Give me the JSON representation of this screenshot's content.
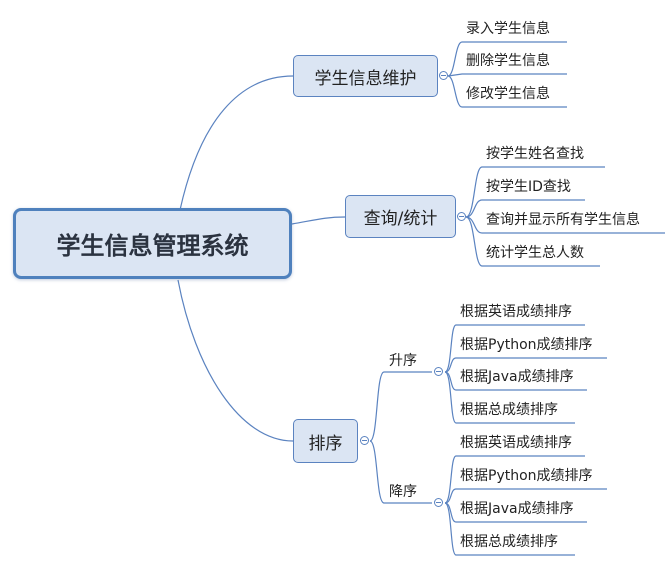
{
  "root": {
    "title": "学生信息管理系统"
  },
  "branches": {
    "maintain": {
      "label": "学生信息维护",
      "items": [
        "录入学生信息",
        "删除学生信息",
        "修改学生信息"
      ]
    },
    "query": {
      "label": "查询/统计",
      "items": [
        "按学生姓名查找",
        "按学生ID查找",
        "查询并显示所有学生信息",
        "统计学生总人数"
      ]
    },
    "sort": {
      "label": "排序",
      "asc": {
        "label": "升序",
        "items": [
          "根据英语成绩排序",
          "根据Python成绩排序",
          "根据Java成绩排序",
          "根据总成绩排序"
        ]
      },
      "desc": {
        "label": "降序",
        "items": [
          "根据英语成绩排序",
          "根据Python成绩排序",
          "根据Java成绩排序",
          "根据总成绩排序"
        ]
      }
    }
  },
  "colors": {
    "line": "#5b83c0",
    "node_fill": "#dbe5f3",
    "root_border": "#4f81bd"
  }
}
